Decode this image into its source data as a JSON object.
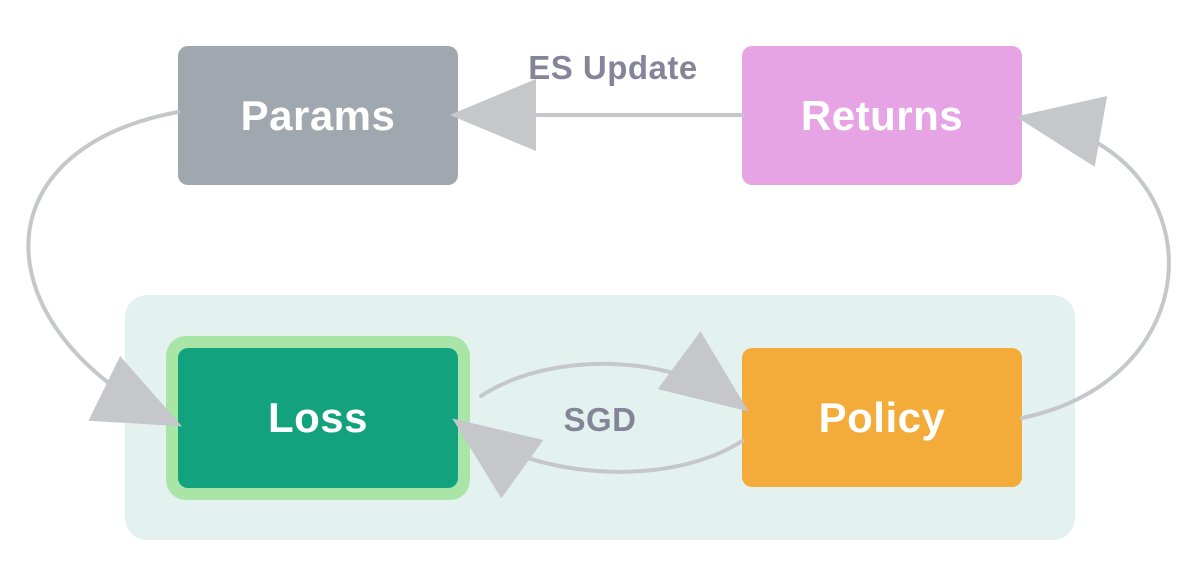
{
  "diagram": {
    "title": "ES outer loop / SGD inner loop training diagram",
    "nodes": {
      "params": {
        "label": "Params",
        "color": "#a1a7ae"
      },
      "returns": {
        "label": "Returns",
        "color": "#e7a4e4"
      },
      "loss": {
        "label": "Loss",
        "color": "#12a37e",
        "highlight": "#a9e5a7"
      },
      "policy": {
        "label": "Policy",
        "color": "#f3ac3a"
      }
    },
    "edges": {
      "es_update": {
        "label": "ES Update",
        "from": "Returns",
        "to": "Params"
      },
      "sgd": {
        "label": "SGD",
        "from": "Loss",
        "to": "Policy"
      },
      "params_to_loss": {
        "label": ""
      },
      "policy_to_returns": {
        "label": ""
      },
      "policy_to_loss": {
        "label": ""
      }
    },
    "colors": {
      "arrow": "#c5c7cb",
      "edge_label": "#85859a",
      "inner_panel": "#e4f2ef",
      "node_text": "#ffffff",
      "background": "#ffffff"
    }
  }
}
